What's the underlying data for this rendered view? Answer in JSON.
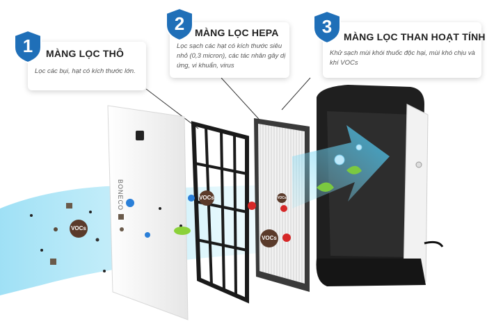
{
  "callouts": [
    {
      "number": "1",
      "title": "MÀNG LỌC THÔ",
      "description": "Lọc các bụi, hạt có kích thước lớn."
    },
    {
      "number": "2",
      "title": "MÀNG LỌC HEPA",
      "description": "Lọc sạch các hạt có kích thước siêu nhỏ (0,3 micron), các tác nhân gây dị ứng, vi khuẩn, virus"
    },
    {
      "number": "3",
      "title": "MÀNG LỌC THAN HOẠT TÍNH",
      "description": "Khử sạch mùi khói thuốc độc hại, mùi khó chịu và khí VOCs"
    }
  ],
  "device": {
    "brand": "BONECO"
  },
  "particles": {
    "vocs_label": "VOCs"
  },
  "colors": {
    "shield_blue": "#1f6fb8",
    "airflow_blue": "#7fd6f2",
    "device_black": "#222222"
  }
}
